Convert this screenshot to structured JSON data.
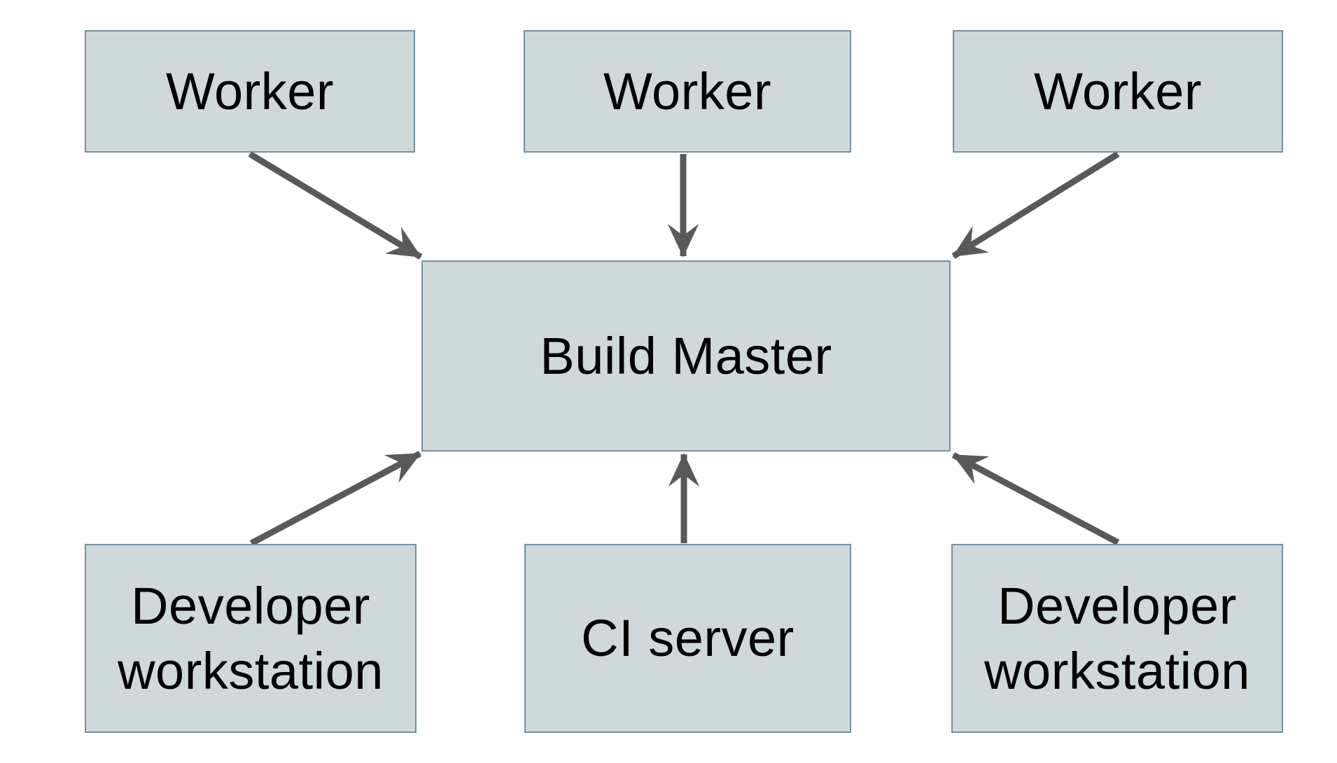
{
  "colors": {
    "background": "#ffffff",
    "node_fill": "#cfd8da",
    "node_border": "#7690a0",
    "arrow": "#595959",
    "text": "#000000"
  },
  "nodes": [
    {
      "id": "worker-1",
      "label": "Worker"
    },
    {
      "id": "worker-2",
      "label": "Worker"
    },
    {
      "id": "worker-3",
      "label": "Worker"
    },
    {
      "id": "build-master",
      "label": "Build Master"
    },
    {
      "id": "developer-workstation-1",
      "label": "Developer workstation"
    },
    {
      "id": "ci-server",
      "label": "CI server"
    },
    {
      "id": "developer-workstation-2",
      "label": "Developer workstation"
    }
  ],
  "edges": [
    {
      "from": "worker-1",
      "to": "build-master"
    },
    {
      "from": "worker-2",
      "to": "build-master"
    },
    {
      "from": "worker-3",
      "to": "build-master"
    },
    {
      "from": "developer-workstation-1",
      "to": "build-master"
    },
    {
      "from": "ci-server",
      "to": "build-master"
    },
    {
      "from": "developer-workstation-2",
      "to": "build-master"
    }
  ]
}
